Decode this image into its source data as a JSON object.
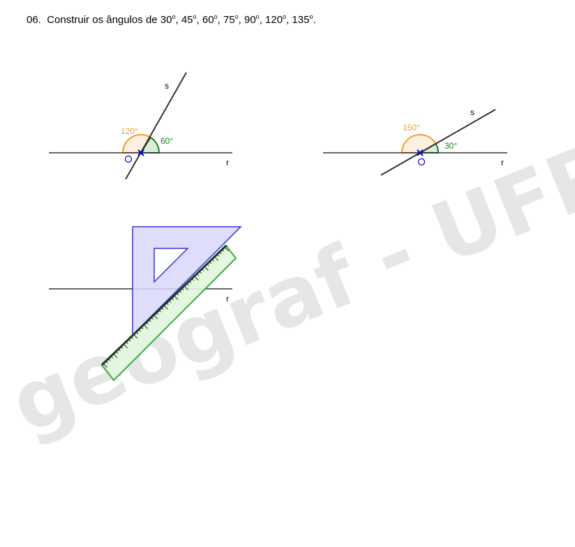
{
  "title": {
    "number": "06.",
    "prefix": "Construir os ângulos de ",
    "angles": [
      "30",
      "45",
      "60",
      "75",
      "90",
      "120",
      "135"
    ],
    "degree_mark": "o",
    "separator": ", ",
    "suffix": "."
  },
  "watermark": {
    "text": "geograf - UFPR",
    "color": "#e6e6e6"
  },
  "figure1": {
    "line_r_label": "r",
    "line_s_label": "s",
    "vertex_label": "O",
    "angle_obtuse_label": "120°",
    "angle_acute_label": "60°"
  },
  "figure2": {
    "line_r_label": "r",
    "line_s_label": "s",
    "vertex_label": "O",
    "angle_obtuse_label": "150°",
    "angle_acute_label": "30°"
  },
  "figure3": {
    "line_r_label": "r"
  },
  "colors": {
    "line": "#333333",
    "orange_angle": "#f39c2c",
    "green_angle": "#1e7a1e",
    "vertex_blue": "#0000cc",
    "set_square_fill": "#d8d8fb",
    "set_square_stroke": "#3333cc",
    "ruler_fill": "#e2f5de",
    "ruler_stroke": "#3cab3c"
  }
}
